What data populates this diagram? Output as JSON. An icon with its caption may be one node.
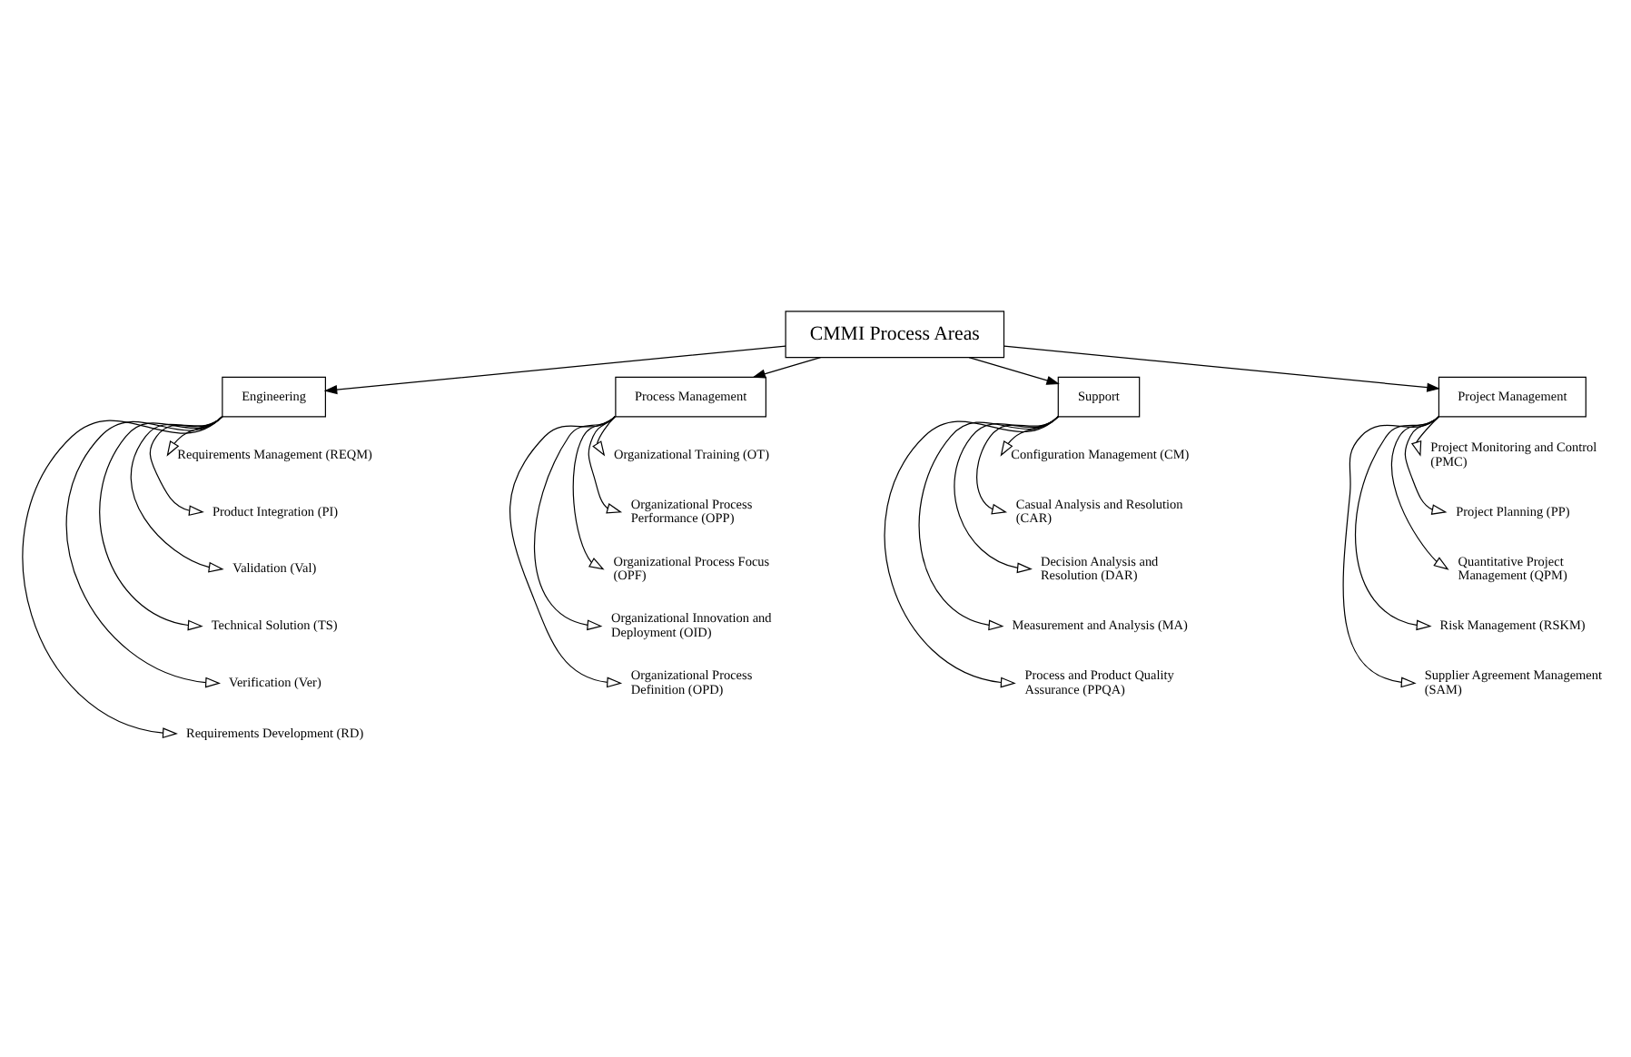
{
  "diagram": {
    "nodes": [
      {
        "text": [
          "Engineering"
        ]
      },
      {
        "text": [
          "Requirements Management (REQM)"
        ]
      },
      {
        "text": [
          "Product Integration (PI)"
        ]
      },
      {
        "text": [
          "Validation (Val)"
        ]
      },
      {
        "text": [
          "Technical Solution (TS)"
        ]
      },
      {
        "text": [
          "Verification (Ver)"
        ]
      },
      {
        "text": [
          "Requirements Development (RD)"
        ]
      },
      {
        "text": [
          "Process Management"
        ]
      },
      {
        "text": [
          "Organizational Training (OT)"
        ]
      },
      {
        "text": [
          "Organizational Process Performance (OPP)"
        ]
      },
      {
        "text": [
          "Organizational Process Focus (OPF)"
        ]
      },
      {
        "text": [
          "Organizational Innovation and Deployment (OID)"
        ]
      },
      {
        "text": [
          "Organizational Process Definition (OPD)"
        ]
      },
      {
        "text": [
          "CMMI Process Areas"
        ]
      },
      {
        "text": [
          "Support"
        ]
      },
      {
        "text": [
          "Configuration Management (CM)"
        ]
      },
      {
        "text": [
          "Casual Analysis and Resolution (CAR)"
        ]
      },
      {
        "text": [
          "Decision Analysis and Resolution (DAR)"
        ]
      },
      {
        "text": [
          "Measurement and Analysis (MA)"
        ]
      },
      {
        "text": [
          "Process and Product Quality Assurance (PPQA)"
        ]
      },
      {
        "text": [
          "Project Management"
        ]
      },
      {
        "text": [
          "Project Monitoring and Control (PMC)"
        ]
      },
      {
        "text": [
          "Project Planning (PP)"
        ]
      },
      {
        "text": [
          "Quantitative Project Management (QPM)"
        ]
      },
      {
        "text": [
          "Risk Management (RSKM)"
        ]
      },
      {
        "text": [
          "Supplier Agreement Management (SAM)"
        ]
      }
    ],
    "edges": [
      {
        "from": 13,
        "to": 0,
        "arrow": "to"
      },
      {
        "from": 13,
        "to": 7,
        "arrow": "to"
      },
      {
        "from": 13,
        "to": 14,
        "arrow": "to"
      },
      {
        "from": 13,
        "to": 20,
        "arrow": "to"
      },
      {
        "from": 0,
        "to": 1,
        "arrow": "to"
      },
      {
        "from": 0,
        "to": 2,
        "arrow": "to"
      },
      {
        "from": 0,
        "to": 3,
        "arrow": "to"
      },
      {
        "from": 0,
        "to": 4,
        "arrow": "to"
      },
      {
        "from": 0,
        "to": 5,
        "arrow": "to"
      },
      {
        "from": 0,
        "to": 6,
        "arrow": "to"
      },
      {
        "from": 7,
        "to": 8,
        "arrow": "to"
      },
      {
        "from": 7,
        "to": 9,
        "arrow": "to"
      },
      {
        "from": 7,
        "to": 10,
        "arrow": "to"
      },
      {
        "from": 7,
        "to": 11,
        "arrow": "to"
      },
      {
        "from": 7,
        "to": 12,
        "arrow": "to"
      },
      {
        "from": 14,
        "to": 15,
        "arrow": "to"
      },
      {
        "from": 14,
        "to": 16,
        "arrow": "to"
      },
      {
        "from": 14,
        "to": 17,
        "arrow": "to"
      },
      {
        "from": 14,
        "to": 18,
        "arrow": "to"
      },
      {
        "from": 14,
        "to": 19,
        "arrow": "to"
      },
      {
        "from": 20,
        "to": 21,
        "arrow": "to"
      },
      {
        "from": 20,
        "to": 22,
        "arrow": "to"
      },
      {
        "from": 20,
        "to": 23,
        "arrow": "to"
      },
      {
        "from": 20,
        "to": 24,
        "arrow": "to"
      },
      {
        "from": 20,
        "to": 25,
        "arrow": "to"
      }
    ]
  }
}
